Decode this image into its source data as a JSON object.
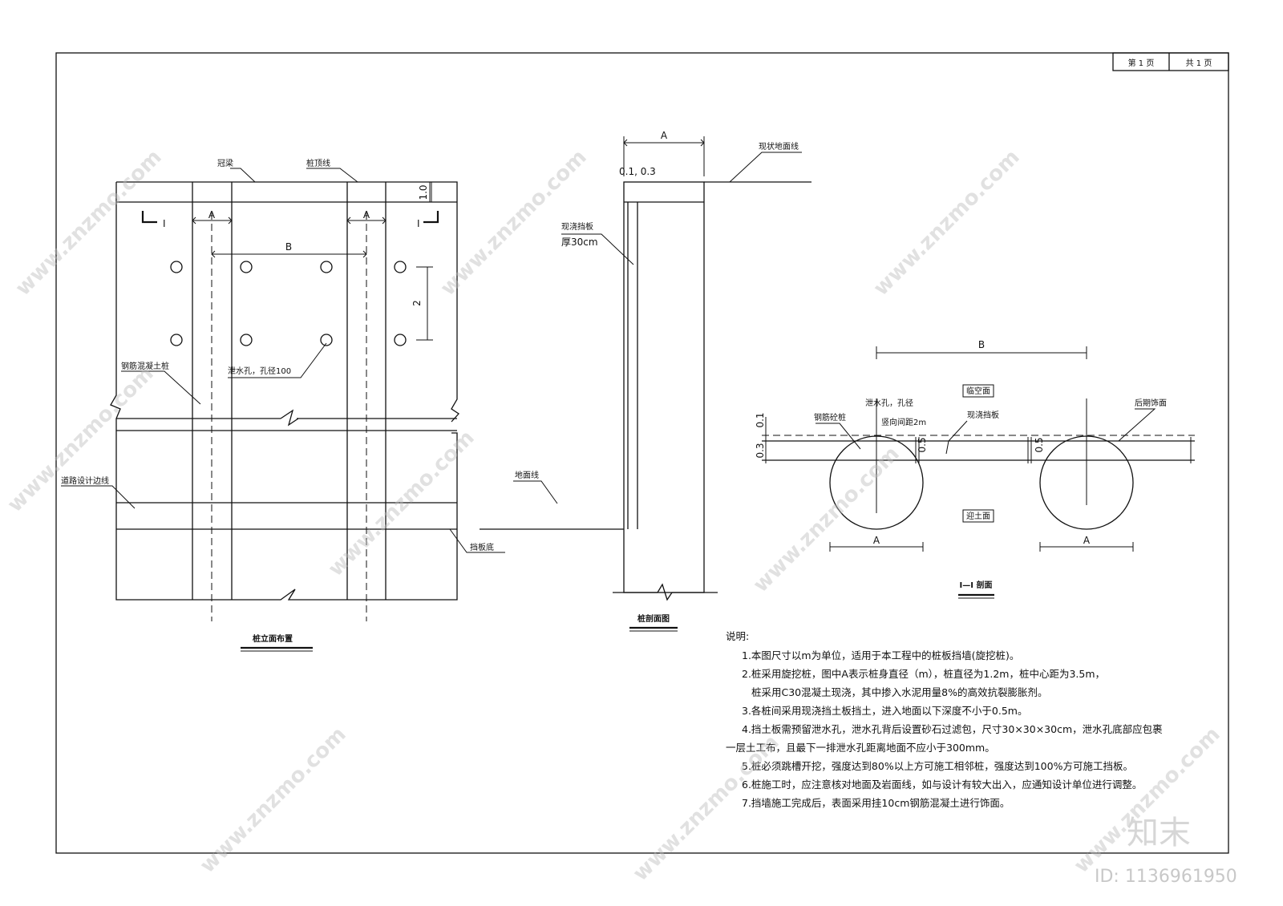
{
  "page_box": {
    "page_no": "第 1 页",
    "page_total": "共 1 页"
  },
  "elevation": {
    "title": "桩立面布置",
    "labels": {
      "crown_beam": "冠梁",
      "pile_top_line": "桩顶线",
      "rc_pile": "钢筋混凝土桩",
      "drain_hole": "泄水孔，孔径100",
      "road_line": "道路设计边线",
      "board_bottom": "挡板底"
    },
    "dims": {
      "a1": "A",
      "a2": "A",
      "b": "B",
      "v2": "2",
      "h10": "1.0"
    },
    "section_marks": {
      "left": "I",
      "right": "I"
    }
  },
  "pile_section": {
    "title": "桩剖面图",
    "labels": {
      "existing_ground": "现状地面线",
      "cast_board": "现浇挡板",
      "thickness": "厚30cm",
      "ground_line": "地面线"
    },
    "dims": {
      "a": "A",
      "small": "0.1, 0.3"
    }
  },
  "plan_section": {
    "title": "I—I 剖面",
    "labels": {
      "drain_hole": "泄水孔，孔径",
      "vertical_spacing": "竖向间距2m",
      "rc_pile": "钢筋砼桩",
      "cast_board": "现浇挡板",
      "air_face": "临空面",
      "finish_face": "后期饰面",
      "soil_face": "迎土面"
    },
    "dims": {
      "b": "B",
      "a_left": "A",
      "a_right": "A",
      "v01": "0.1",
      "v03": "0.3",
      "g05a": "0.5",
      "g05b": "0.5"
    }
  },
  "notes": {
    "heading": "说明:",
    "lines": [
      "1.本图尺寸以m为单位，适用于本工程中的桩板挡墙(旋挖桩)。",
      "2.桩采用旋挖桩，图中A表示桩身直径（m），桩直径为1.2m，桩中心距为3.5m，",
      "桩采用C30混凝土现浇，其中掺入水泥用量8%的高效抗裂膨胀剂。",
      "3.各桩间采用现浇挡土板挡土，进入地面以下深度不小于0.5m。",
      "4.挡土板需预留泄水孔，泄水孔背后设置砂石过滤包，尺寸30×30×30cm，泄水孔底部应包裹",
      "一层土工布，且最下一排泄水孔距离地面不应小于300mm。",
      "5.桩必须跳槽开挖，强度达到80%以上方可施工相邻桩，强度达到100%方可施工挡板。",
      "6.桩施工时，应注意核对地面及岩面线，如与设计有较大出入，应通知设计单位进行调整。",
      "7.挡墙施工完成后，表面采用挂10cm钢筋混凝土进行饰面。"
    ]
  },
  "watermark": {
    "site": "www.znzmo.com",
    "brand": "知末",
    "id": "ID: 1136961950"
  }
}
